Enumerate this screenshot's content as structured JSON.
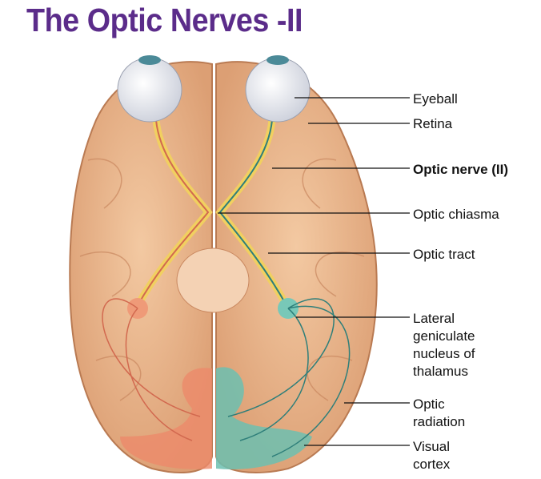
{
  "title": "The Optic Nerves -II",
  "labels": {
    "eyeball": "Eyeball",
    "retina": "Retina",
    "optic_nerve": "Optic nerve (II)",
    "optic_chiasma": "Optic chiasma",
    "optic_tract": "Optic tract",
    "lgn": [
      "Lateral",
      "geniculate",
      "nucleus of",
      "thalamus"
    ],
    "optic_radiation": [
      "Optic",
      "radiation"
    ],
    "visual_cortex": [
      "Visual",
      "cortex"
    ]
  },
  "colors": {
    "title": "#5b2c8a",
    "brain": "#e9b48a",
    "left_pathway": "#d2694f",
    "right_pathway": "#2f7f7a",
    "cortex_left": "#ec8a6a",
    "cortex_right": "#6cc0b0"
  }
}
